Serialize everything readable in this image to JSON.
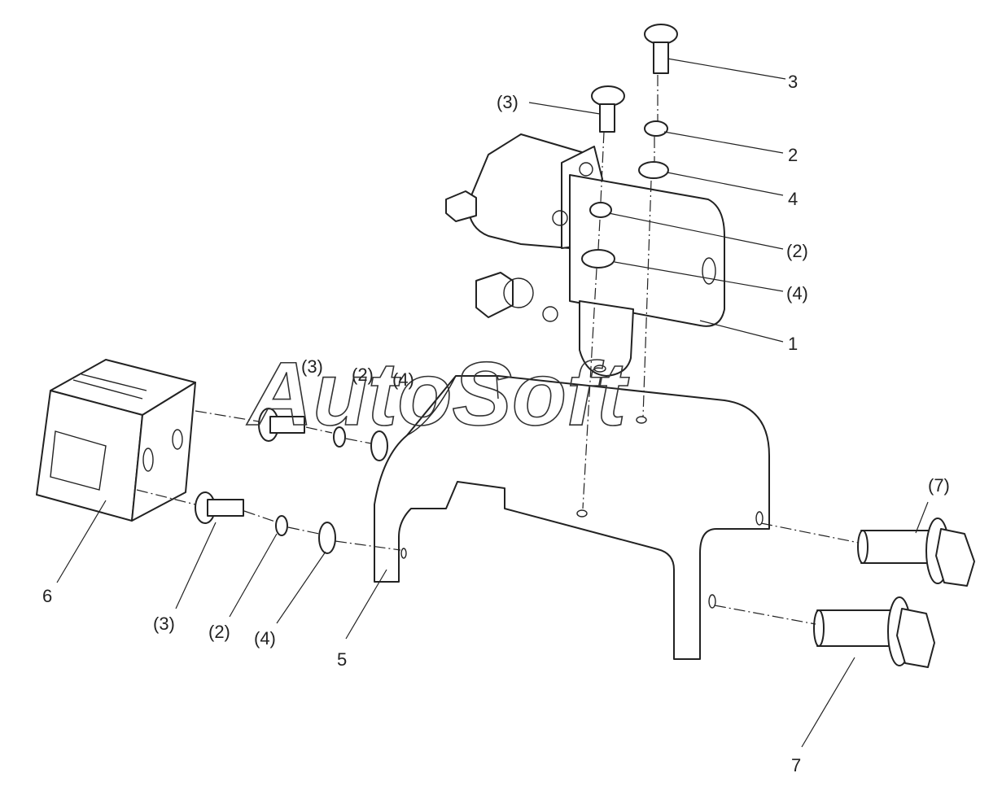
{
  "watermark": "AutoSoft",
  "callouts": {
    "c1": "1",
    "c2": "2",
    "c2p_upper": "(2)",
    "c2p_mid": "(2)",
    "c2p_lower": "(2)",
    "c3": "3",
    "c3p_upper": "(3)",
    "c3p_mid": "(3)",
    "c3p_lower": "(3)",
    "c4": "4",
    "c4p_upper": "(4)",
    "c4p_mid": "(4)",
    "c4p_lower": "(4)",
    "c5": "5",
    "c6": "6",
    "c7": "7",
    "c7p": "(7)"
  }
}
